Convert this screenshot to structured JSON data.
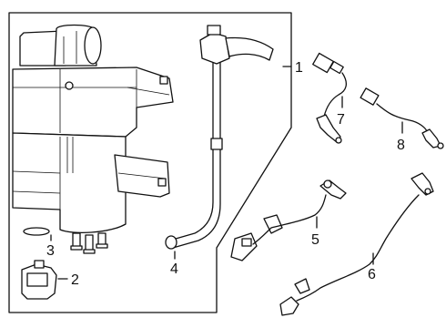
{
  "callouts": {
    "c1": "1",
    "c2": "2",
    "c3": "3",
    "c4": "4",
    "c5": "5",
    "c6": "6",
    "c7": "7",
    "c8": "8"
  },
  "parts": [
    {
      "callout": "1",
      "name": "evap-canister-assembly"
    },
    {
      "callout": "2",
      "name": "purge-valve"
    },
    {
      "callout": "3",
      "name": "o-ring-seal"
    },
    {
      "callout": "4",
      "name": "vent-hose"
    },
    {
      "callout": "5",
      "name": "oxygen-sensor"
    },
    {
      "callout": "6",
      "name": "oxygen-sensor"
    },
    {
      "callout": "7",
      "name": "oxygen-sensor"
    },
    {
      "callout": "8",
      "name": "oxygen-sensor"
    }
  ]
}
